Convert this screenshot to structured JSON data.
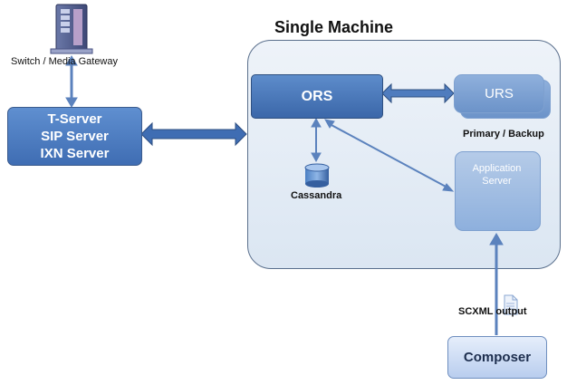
{
  "gateway": {
    "label": "Switch / Media Gateway"
  },
  "tserver": {
    "lines": [
      "T-Server",
      "SIP Server",
      "IXN Server"
    ]
  },
  "machine": {
    "title": "Single Machine"
  },
  "ors": {
    "label": "ORS"
  },
  "urs": {
    "label": "URS",
    "caption": "Primary / Backup"
  },
  "cassandra": {
    "label": "Cassandra"
  },
  "appserver": {
    "lines": [
      "Application",
      "Server"
    ]
  },
  "scxml": {
    "label": "SCXML output"
  },
  "composer": {
    "label": "Composer"
  },
  "colors": {
    "node_blue": "#3f6db3",
    "arrow_blue": "#5b82bd",
    "container_fill": "#dbe6f2"
  }
}
